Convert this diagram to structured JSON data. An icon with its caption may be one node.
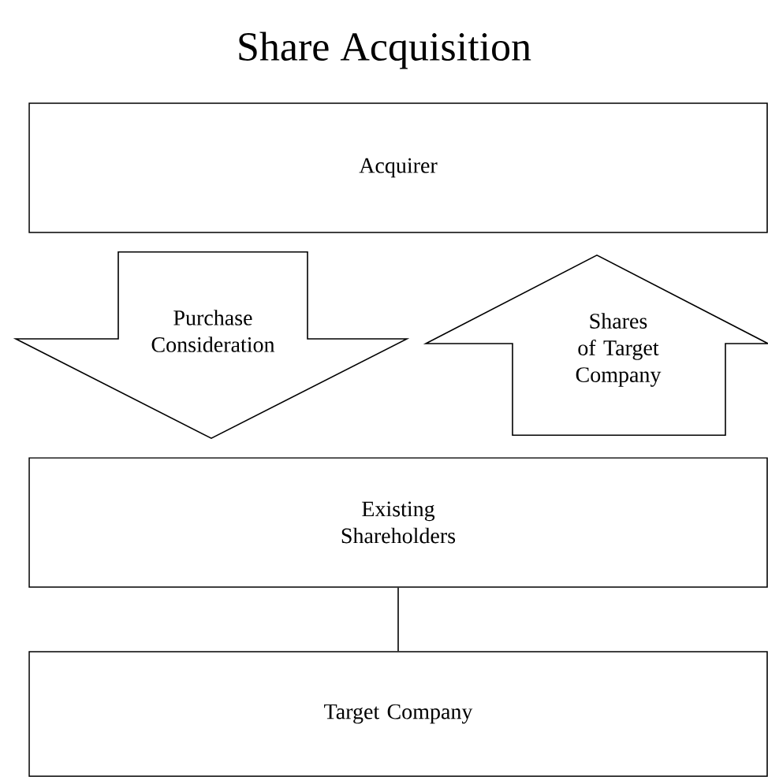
{
  "diagram": {
    "title": "Share Acquisition",
    "nodes": [
      {
        "text": [
          "Acquirer"
        ]
      },
      {
        "text": [
          "Existing Shareholders"
        ]
      },
      {
        "text": [
          "Target Company"
        ]
      }
    ],
    "edges": [
      {
        "from": 0,
        "to": 1,
        "arrow": "to",
        "label": "Purchase Consideration"
      },
      {
        "from": 1,
        "to": 0,
        "arrow": "to",
        "label": "Shares of Target Company"
      },
      {
        "from": 1,
        "to": 2,
        "arrow": "none"
      }
    ]
  }
}
